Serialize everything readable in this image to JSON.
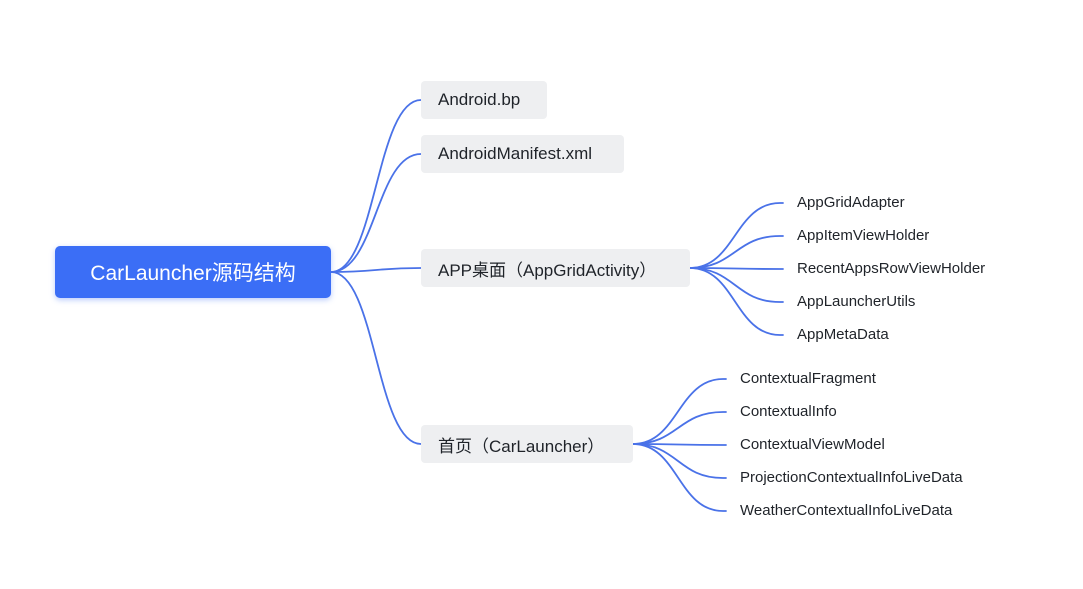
{
  "root": {
    "label": "CarLauncher源码结构"
  },
  "branches": [
    {
      "label": "Android.bp",
      "children": []
    },
    {
      "label": "AndroidManifest.xml",
      "children": []
    },
    {
      "label": "APP桌面（AppGridActivity）",
      "children": [
        "AppGridAdapter",
        "AppItemViewHolder",
        "RecentAppsRowViewHolder",
        "AppLauncherUtils",
        "AppMetaData"
      ]
    },
    {
      "label": "首页（CarLauncher）",
      "children": [
        "ContextualFragment",
        "ContextualInfo",
        "ContextualViewModel",
        "ProjectionContextualInfoLiveData",
        "WeatherContextualInfoLiveData"
      ]
    }
  ],
  "colors": {
    "root_fill": "#3b6ef6",
    "node_fill": "#eeeff1",
    "link": "#4a72e8",
    "text": "#1f2329"
  }
}
